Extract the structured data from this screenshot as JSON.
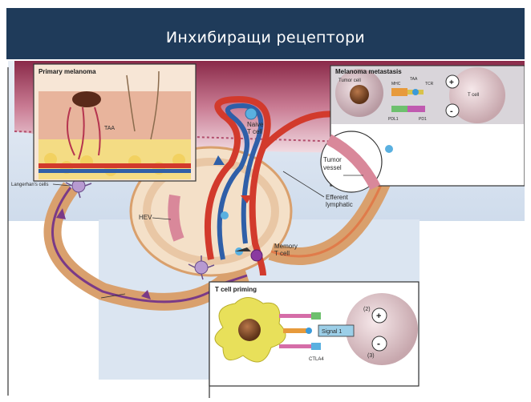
{
  "header": {
    "title": "Инхибиращи рецептори",
    "bg_color": "#1f3b5a"
  },
  "figure": {
    "panels": {
      "primary_melanoma": {
        "title": "Primary melanoma",
        "taa": "TAA"
      },
      "metastasis": {
        "title": "Melanoma metastasis",
        "tumor_cell": "Tumor cell",
        "t_cell": "T cell",
        "mhc": "MHC",
        "taa": "TAA",
        "tcr": "TCR",
        "pdl1": "PDL1",
        "pd1": "PD1",
        "plus": "+",
        "minus": "-"
      },
      "priming": {
        "title": "T cell priming",
        "signal1": "Signal 1",
        "step2": "(2)",
        "step3": "(3)",
        "ctla4": "CTLA4",
        "plus": "+",
        "minus": "-"
      }
    },
    "labels": {
      "langerhans": "Langerhan's cells",
      "hev": "HEV",
      "naive_t_cell_1": "Naive",
      "naive_t_cell_2": "T cell",
      "tumor_vessel_1": "Tumor",
      "tumor_vessel_2": "vessel",
      "efferent_1": "Efferent",
      "efferent_2": "lymphatic",
      "memory_1": "Memory",
      "memory_2": "T cell"
    },
    "colors": {
      "skin_band": "#d9a3b4",
      "lymph_node": "#f1dcc3",
      "lymph_vessel": "#d08a55",
      "artery": "#d23a2c",
      "vein": "#2f5fa8",
      "background_blue": "#d7e3f1"
    }
  }
}
